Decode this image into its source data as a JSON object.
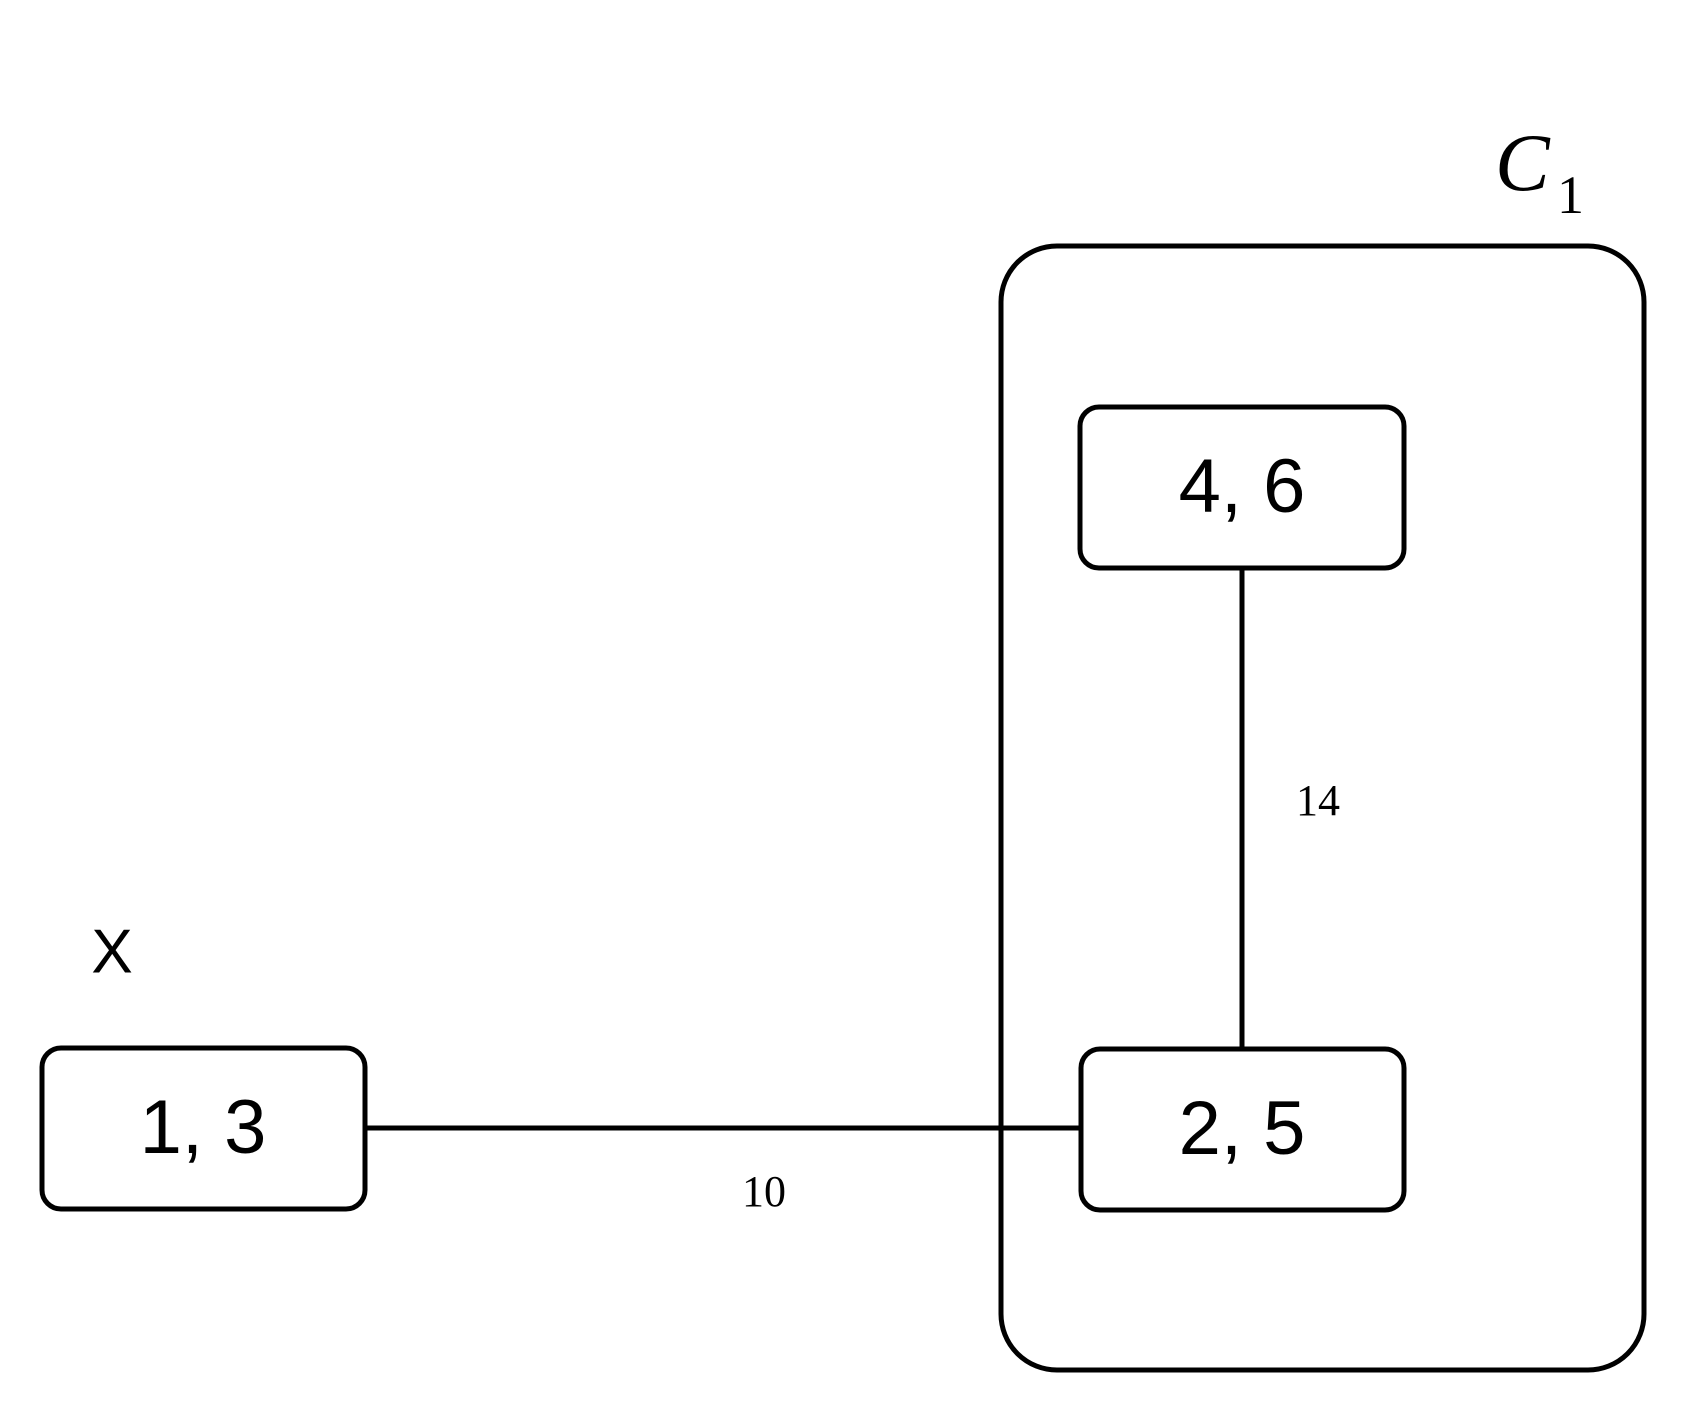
{
  "diagram": {
    "type": "graph",
    "title": "",
    "background_color": "#ffffff",
    "stroke_color": "#000000",
    "clusters": [
      {
        "id": "C1",
        "label_base": "C",
        "label_subscript": "1",
        "label_full": "C1"
      }
    ],
    "nodes": [
      {
        "id": "n13",
        "label": "1, 3",
        "outer_label": "X",
        "cluster": null
      },
      {
        "id": "n46",
        "label": "4, 6",
        "outer_label": "",
        "cluster": "C1"
      },
      {
        "id": "n25",
        "label": "2, 5",
        "outer_label": "",
        "cluster": "C1"
      }
    ],
    "edges": [
      {
        "id": "e-13-25",
        "source": "n13",
        "target": "n25",
        "label": "10",
        "weight": 10,
        "orientation": "horizontal"
      },
      {
        "id": "e-46-25",
        "source": "n46",
        "target": "n25",
        "label": "14",
        "weight": 14,
        "orientation": "vertical"
      }
    ]
  }
}
